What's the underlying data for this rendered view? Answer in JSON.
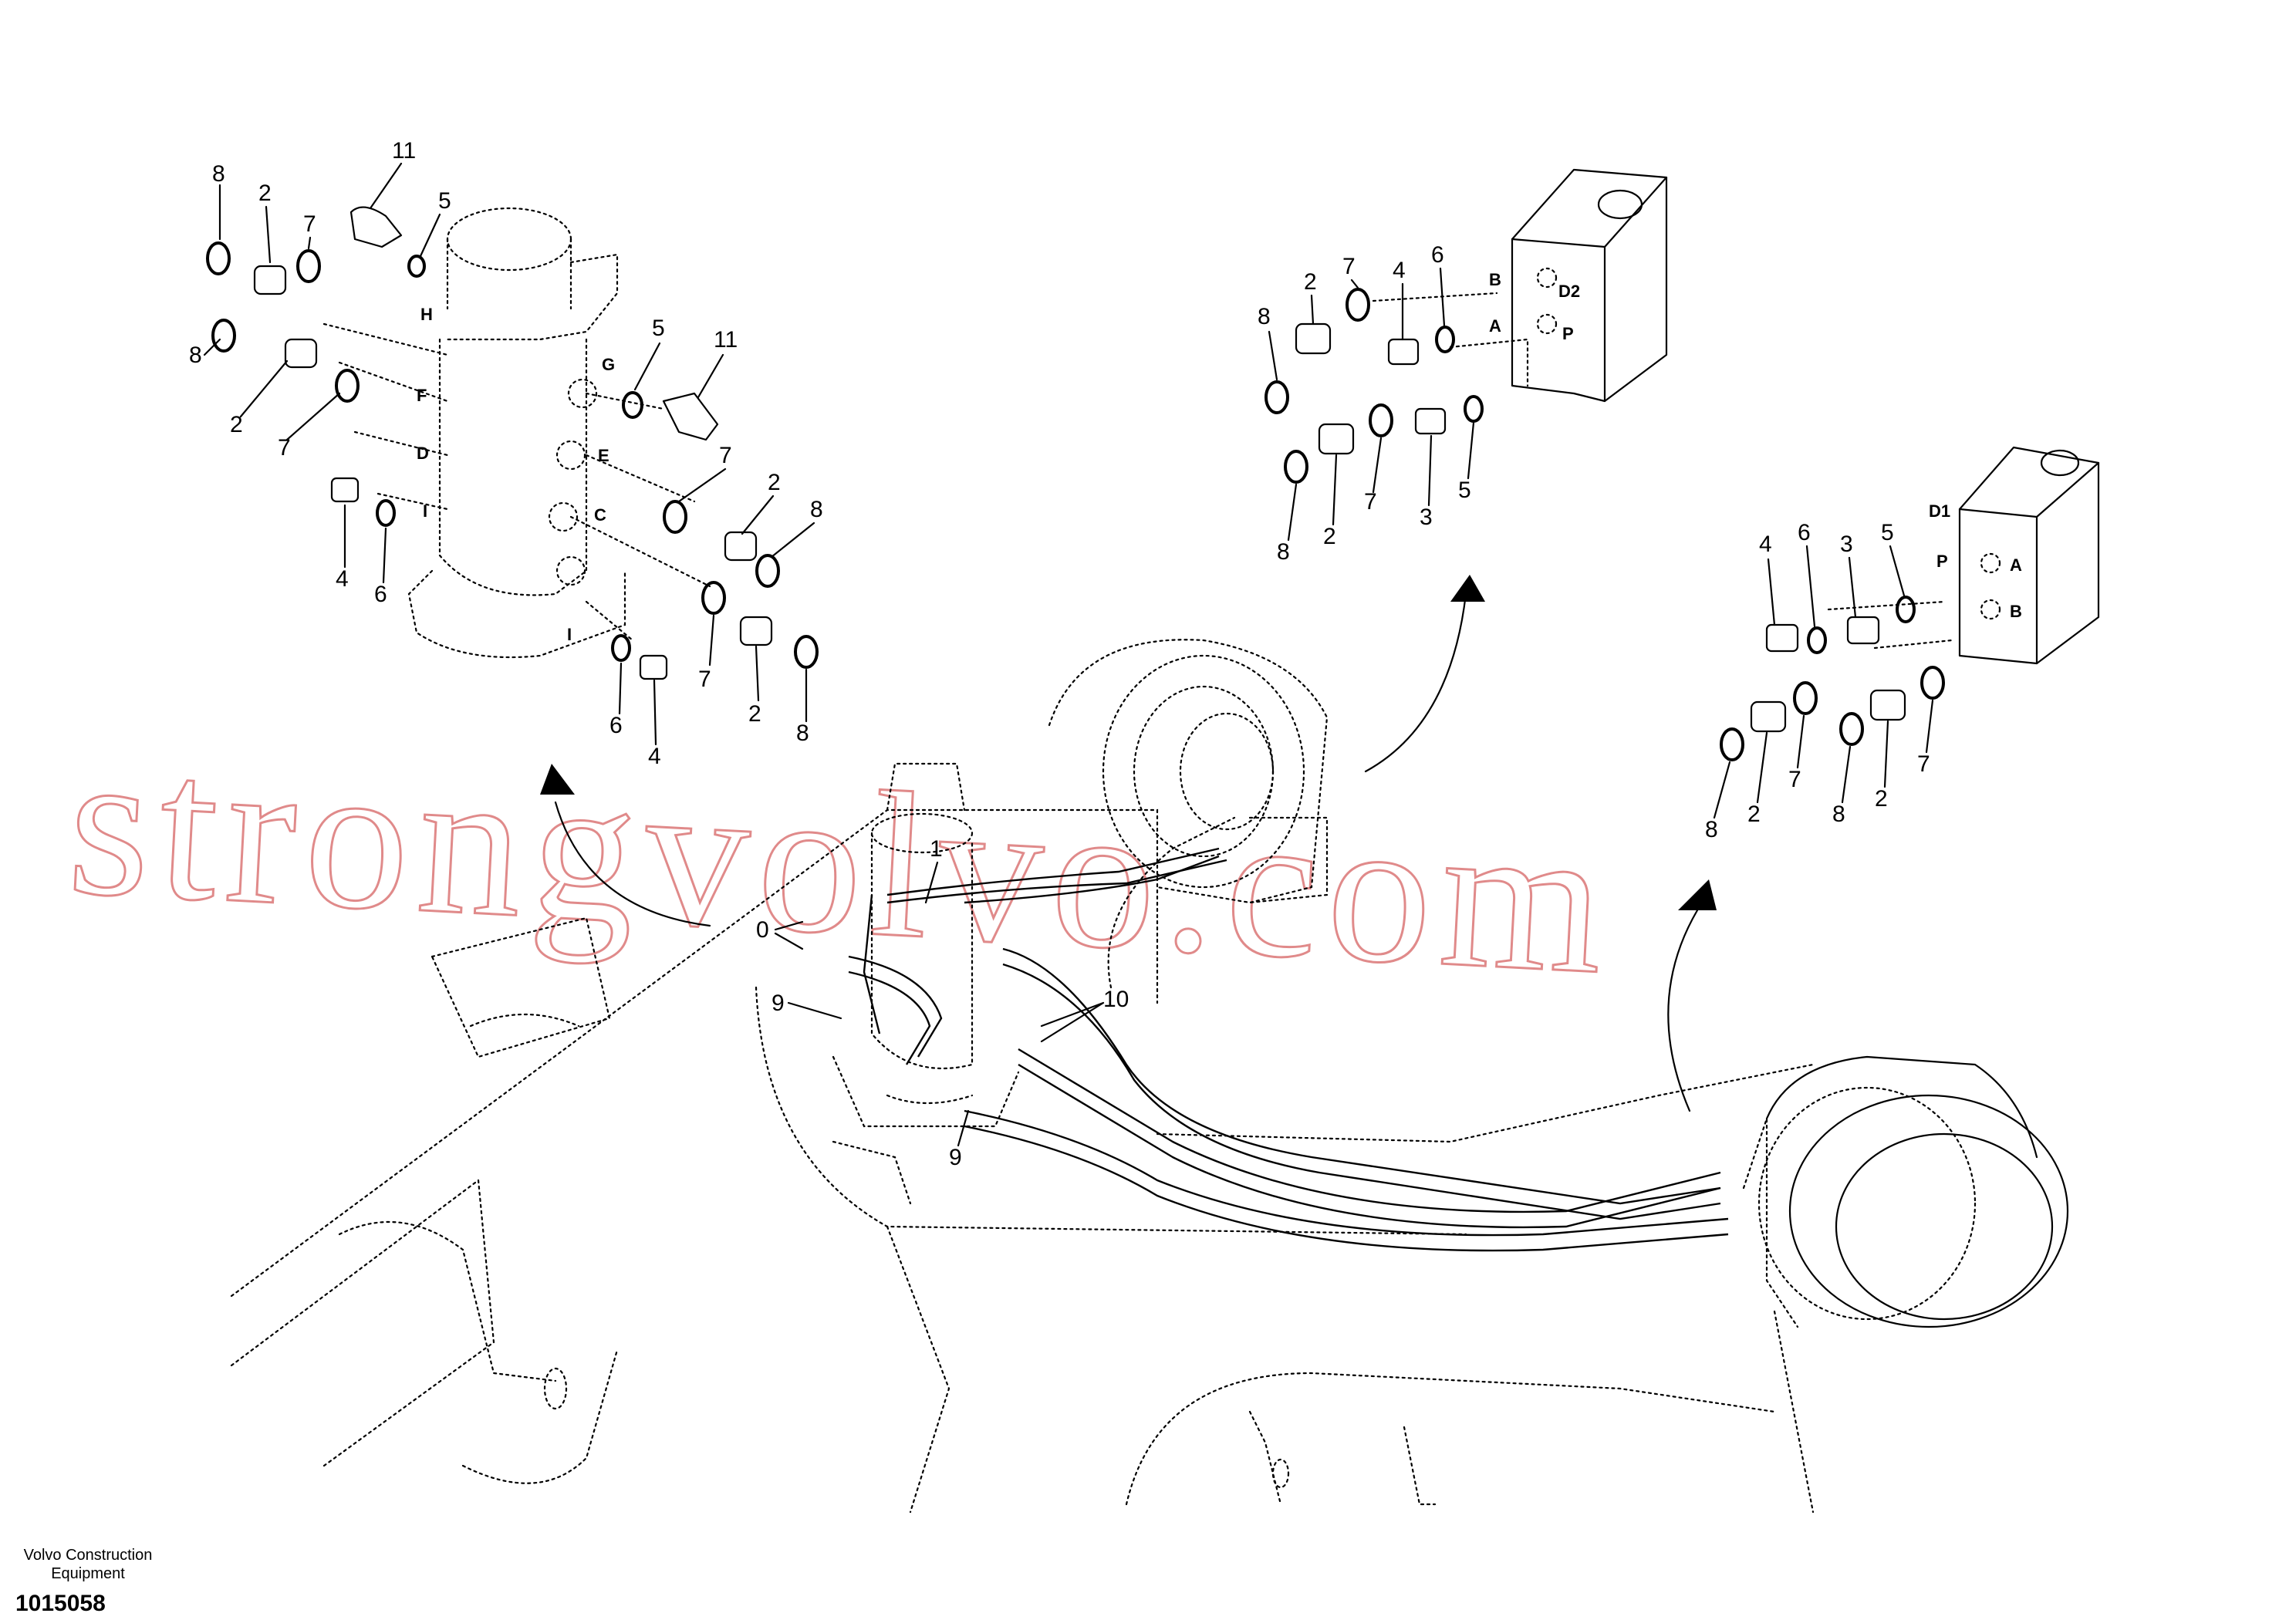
{
  "footer": {
    "company": "Volvo Construction Equipment",
    "doc_number": "1015058"
  },
  "watermark": "strongvolvo.com",
  "callouts": {
    "c1": "1",
    "c2": "2",
    "c3": "3",
    "c4": "4",
    "c5": "5",
    "c6": "6",
    "c7": "7",
    "c8": "8",
    "c9": "9",
    "c10": "10",
    "c11": "11",
    "c0": "0"
  },
  "ports": {
    "a": "A",
    "b": "B",
    "c": "C",
    "d": "D",
    "e": "E",
    "f": "F",
    "g": "G",
    "h": "H",
    "i": "I",
    "p": "P",
    "d1": "D1",
    "d2": "D2"
  }
}
